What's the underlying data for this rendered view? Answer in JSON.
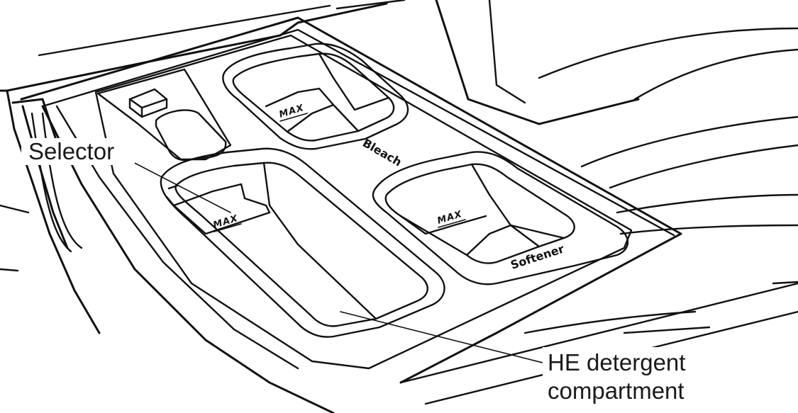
{
  "callouts": {
    "selector": "Selector",
    "detergent_line1": "HE detergent",
    "detergent_line2": "compartment"
  },
  "compartment_labels": {
    "bleach": "Bleach",
    "softener": "Softener"
  },
  "fill_marks": {
    "bleach": "MAX",
    "softener": "MAX",
    "detergent": "MAX"
  }
}
